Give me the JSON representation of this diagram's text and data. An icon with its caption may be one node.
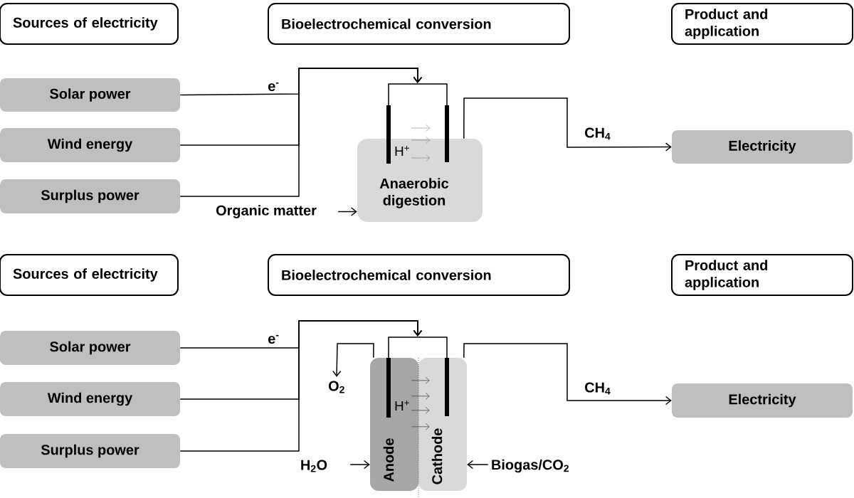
{
  "diagram": {
    "nodes": [
      {
        "text": [
          "Sources of electricity"
        ]
      },
      {
        "text": [
          "Bioelectrochemical conversion"
        ]
      },
      {
        "text": [
          "Product and application"
        ]
      },
      {
        "text": [
          "Solar power"
        ]
      },
      {
        "text": [
          "Wind energy"
        ]
      },
      {
        "text": [
          "Surplus power"
        ]
      },
      {
        "text": [
          "Anaerobic digestion"
        ]
      },
      {
        "text": [
          "Organic matter"
        ]
      },
      {
        "text": [
          "Electricity"
        ]
      },
      {
        "text": [
          "Sources of electricity"
        ]
      },
      {
        "text": [
          "Bioelectrochemical conversion"
        ]
      },
      {
        "text": [
          "Product and application"
        ]
      },
      {
        "text": [
          "Solar power"
        ]
      },
      {
        "text": [
          "Wind energy"
        ]
      },
      {
        "text": [
          "Surplus power"
        ]
      },
      {
        "text": [
          "Anode"
        ]
      },
      {
        "text": [
          "Cathode"
        ]
      },
      {
        "text": [
          "O$_{2}$"
        ]
      },
      {
        "text": [
          "H$_{2}$O"
        ]
      },
      {
        "text": [
          "Biogas/CO$_{2}$"
        ]
      },
      {
        "text": [
          "Electricity"
        ]
      }
    ],
    "edges": [
      {
        "from": 3,
        "to": 6,
        "arrow": "to",
        "label": "e$^{-}$"
      },
      {
        "from": 4,
        "to": 6,
        "arrow": "to"
      },
      {
        "from": 5,
        "to": 6,
        "arrow": "to"
      },
      {
        "from": 7,
        "to": 6,
        "arrow": "to"
      },
      {
        "from": 6,
        "to": 8,
        "arrow": "to",
        "label": "CH$_{4}$"
      },
      {
        "from": 12,
        "to": 16,
        "arrow": "to",
        "label": "e$^{-}$"
      },
      {
        "from": 13,
        "to": 16,
        "arrow": "to"
      },
      {
        "from": 14,
        "to": 16,
        "arrow": "to"
      },
      {
        "from": 15,
        "to": 17,
        "arrow": "to"
      },
      {
        "from": 18,
        "to": 15,
        "arrow": "to"
      },
      {
        "from": 19,
        "to": 16,
        "arrow": "to"
      },
      {
        "from": 16,
        "to": 20,
        "arrow": "to",
        "label": "CH$_{4}$"
      },
      {
        "from": 15,
        "to": 16,
        "arrow": "to",
        "color": "#4d4d4d"
      },
      {
        "from": 15,
        "to": 16,
        "arrow": "to",
        "color": "#4d4d4d"
      },
      {
        "from": 15,
        "to": 16,
        "arrow": "to",
        "color": "#4d4d4d"
      },
      {
        "from": 15,
        "to": 16,
        "arrow": "to",
        "color": "#4d4d4d"
      }
    ],
    "labels": [
      "H$^{+}$",
      "H$^{+}$"
    ]
  }
}
